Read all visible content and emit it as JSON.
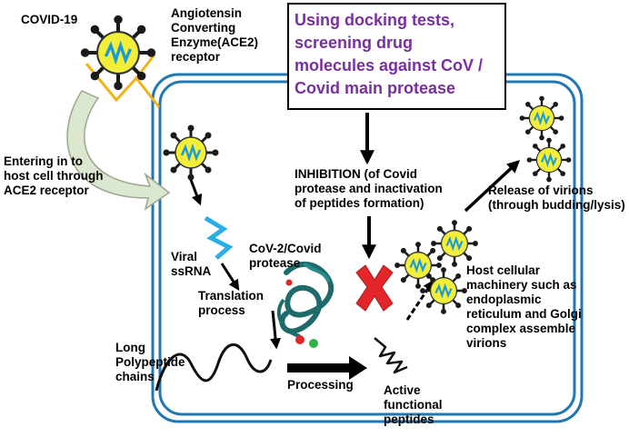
{
  "title_box": {
    "text": "Using docking tests,\nscreening drug\nmolecules against CoV /\nCovid main protease"
  },
  "labels": {
    "covid19": "COVID-19",
    "ace2": "Angiotensin\nConverting\nEnzyme(ACE2)\nreceptor",
    "entering": "Entering in to\nhost cell through\nACE2 receptor",
    "inhibition": "INHIBITION (of Covid\nprotease and inactivation\nof peptides formation)",
    "release": "Release of virions\n(through budding/lysis)",
    "viral_ssrna": "Viral\nssRNA",
    "protease": "CoV-2/Covid\nprotease",
    "translation": "Translation\nprocess",
    "host_machinery": "Host cellular\nmachinery such as\nendoplasmic\nreticulum and Golgi\ncomplex assemble\nvirions",
    "long_polypeptide": "Long\nPolypeptide\nchains",
    "processing": "Processing",
    "active_peptides": "Active\nfunctional\npeptides"
  },
  "colors": {
    "cell_membrane": "#1f77b4",
    "title_text": "#7a2fa0",
    "virion_fill": "#f2ee3a",
    "virion_rna": "#1a9ad6",
    "spike": "#1a1a1a",
    "receptor": "#f2b21a",
    "inhibition_x": "#e3262a",
    "protease": "#1f6b6b",
    "entry_arrow_fill": "#dbe7cf",
    "entry_arrow_stroke": "#9aa58f",
    "rna_strand": "#2aaee5"
  }
}
